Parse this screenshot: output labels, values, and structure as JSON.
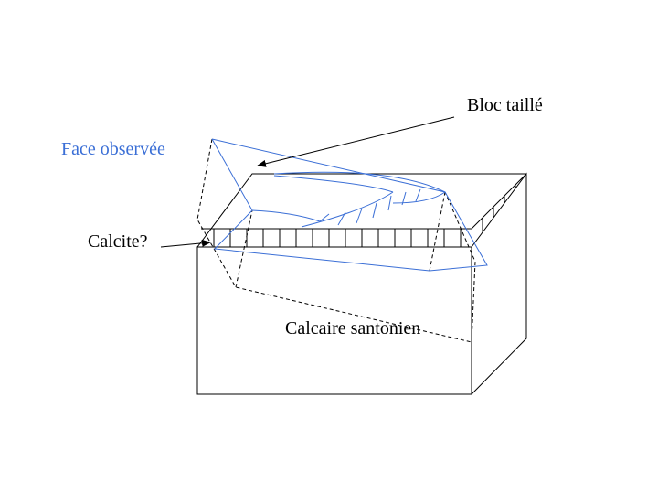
{
  "labels": {
    "bloc_taille": "Bloc taillé",
    "face_observee": "Face observée",
    "calcite": "Calcite?",
    "calcaire": "Calcaire santonien"
  },
  "colors": {
    "ink": "#000000",
    "face_blue": "#3b6fd6",
    "background": "#ffffff"
  }
}
